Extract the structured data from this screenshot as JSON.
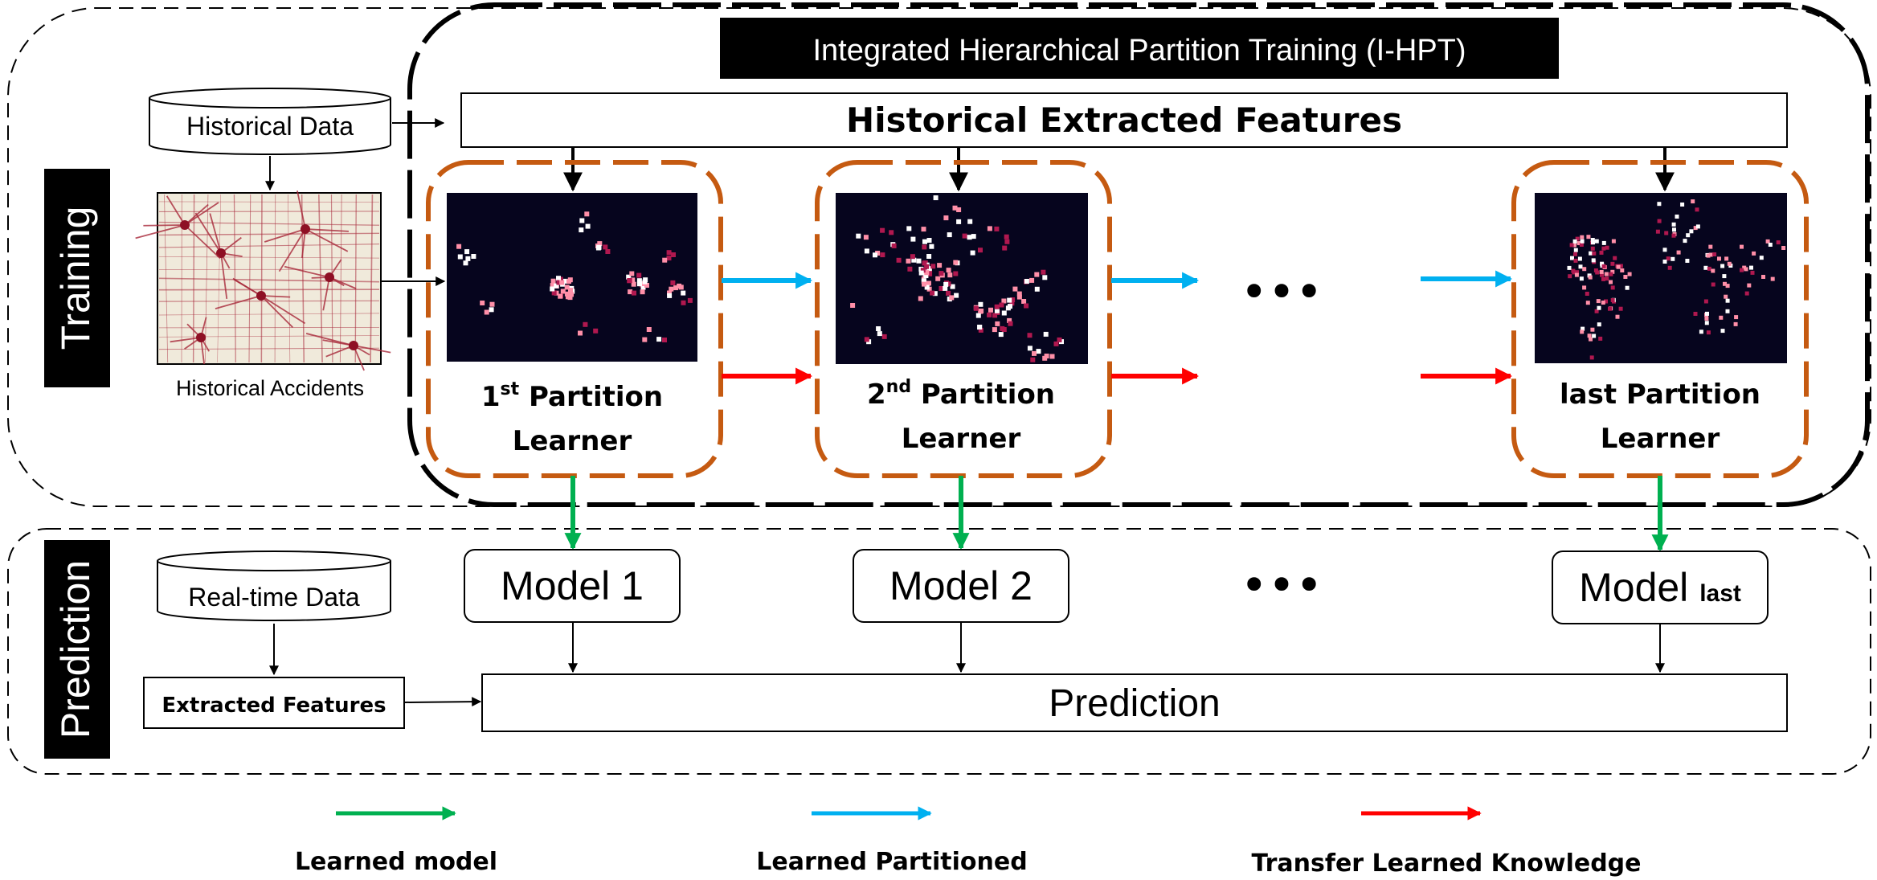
{
  "title": "Integrated Hierarchical Partition Training (I-HPT)",
  "sections": {
    "training": "Training",
    "prediction": "Prediction"
  },
  "inputs": {
    "historical_data": "Historical Data",
    "historical_accidents": "Historical Accidents",
    "historical_features": "Historical Extracted Features",
    "realtime_data": "Real-time Data",
    "extracted_features": "Extracted Features"
  },
  "learners": [
    {
      "label_bold": "1",
      "label_sup": "st",
      "label_rest": " Partition",
      "label_line2": "Learner"
    },
    {
      "label_bold": "2",
      "label_sup": "nd",
      "label_rest": " Partition",
      "label_line2": "Learner"
    },
    {
      "label_bold": "last",
      "label_sup": "",
      "label_rest": " Partition",
      "label_line2": "Learner"
    }
  ],
  "models": [
    {
      "main": "Model 1",
      "sub": ""
    },
    {
      "main": "Model 2",
      "sub": ""
    },
    {
      "main": "Model ",
      "sub": "last"
    }
  ],
  "ellipsis": "•••",
  "prediction_label": "Prediction",
  "legend": [
    {
      "label": "Learned model",
      "color": "#00b050"
    },
    {
      "label": "Learned Partitioned",
      "color": "#00b0f0"
    },
    {
      "label": "Transfer Learned Knowledge",
      "color": "#ff0000"
    }
  ],
  "colors": {
    "learner_border": "#c55a11",
    "heatmap_bg": "#06051e",
    "heat_hot": "#ffffff",
    "heat_mid": "#ff8fa8",
    "heat_low": "#b0184f"
  }
}
